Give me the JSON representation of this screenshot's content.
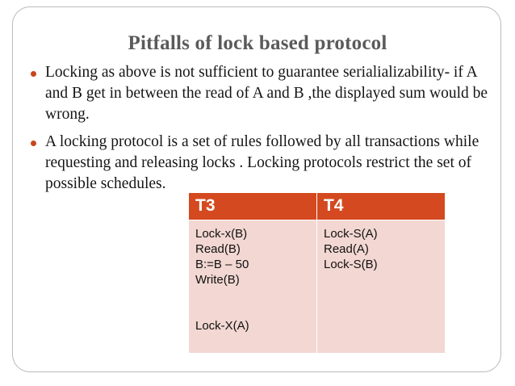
{
  "slide": {
    "title": "Pitfalls of lock based protocol",
    "bullets": [
      "Locking as above is not sufficient to guarantee serialializability- if A and B get in between the read of A and B ,the displayed sum would be wrong.",
      "A locking protocol is a set of rules followed by all transactions while requesting  and releasing locks . Locking  protocols restrict the set of possible schedules."
    ]
  },
  "table": {
    "headers": [
      "T3",
      "T4"
    ],
    "rows": [
      {
        "t3": "Lock-x(B)\nRead(B)\nB:=B – 50\nWrite(B)\n\n\nLock-X(A)",
        "t4": "Lock-S(A)\nRead(A)\nLock-S(B)"
      }
    ]
  },
  "colors": {
    "header_bg": "#d4491f",
    "cell_bg": "#f2d7d2",
    "bullet": "#c8461c",
    "title": "#5a5a5a",
    "frame_border": "#b9b9b9"
  }
}
